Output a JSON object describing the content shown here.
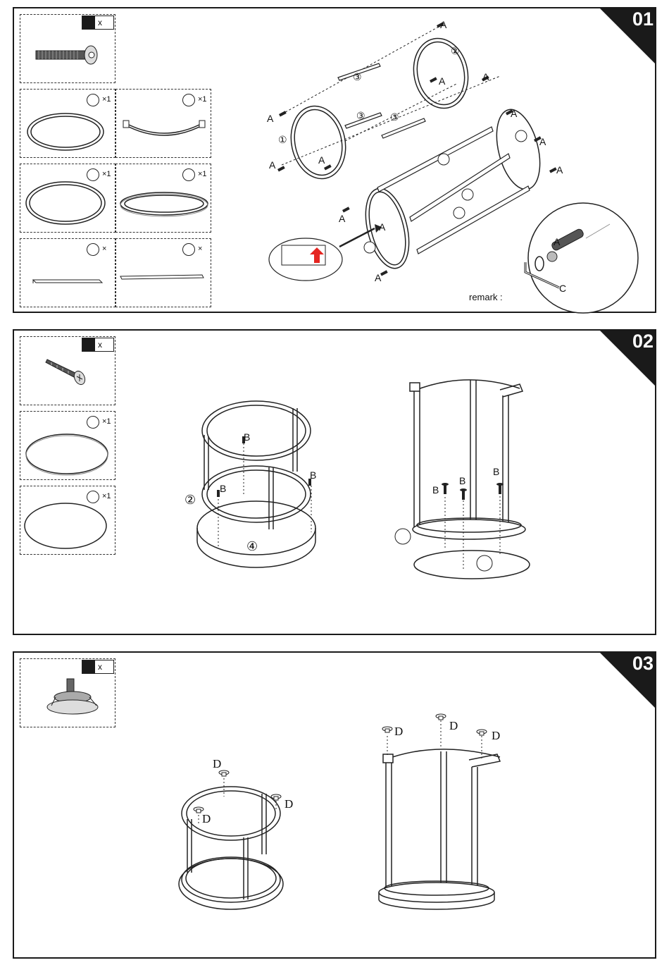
{
  "steps": [
    {
      "number": "01",
      "parts": [
        {
          "label": "x"
        },
        {
          "label": "×1"
        },
        {
          "label": "×1"
        },
        {
          "label": "×1"
        },
        {
          "label": "×1"
        },
        {
          "label": "×"
        },
        {
          "label": "×"
        }
      ],
      "callouts": {
        "A": "A",
        "C": "C",
        "n1": "①",
        "n2": "②",
        "n3": "③"
      },
      "remark": "remark :"
    },
    {
      "number": "02",
      "parts": [
        {
          "label": "x"
        },
        {
          "label": "×1"
        },
        {
          "label": "×1"
        }
      ],
      "callouts": {
        "B": "B",
        "n2": "②",
        "n4": "④"
      }
    },
    {
      "number": "03",
      "parts": [
        {
          "label": "x"
        }
      ],
      "callouts": {
        "D": "D"
      }
    }
  ],
  "colors": {
    "frame": "#1a1a1a",
    "arrow": "#e52521",
    "badge": "#1a1a1a"
  },
  "icons": [
    "screw-icon",
    "ring-icon",
    "half-ring-icon",
    "rod-icon",
    "allen-key-icon",
    "wood-screw-icon",
    "disc-icon",
    "foot-pad-icon",
    "upward-arrow-icon"
  ]
}
